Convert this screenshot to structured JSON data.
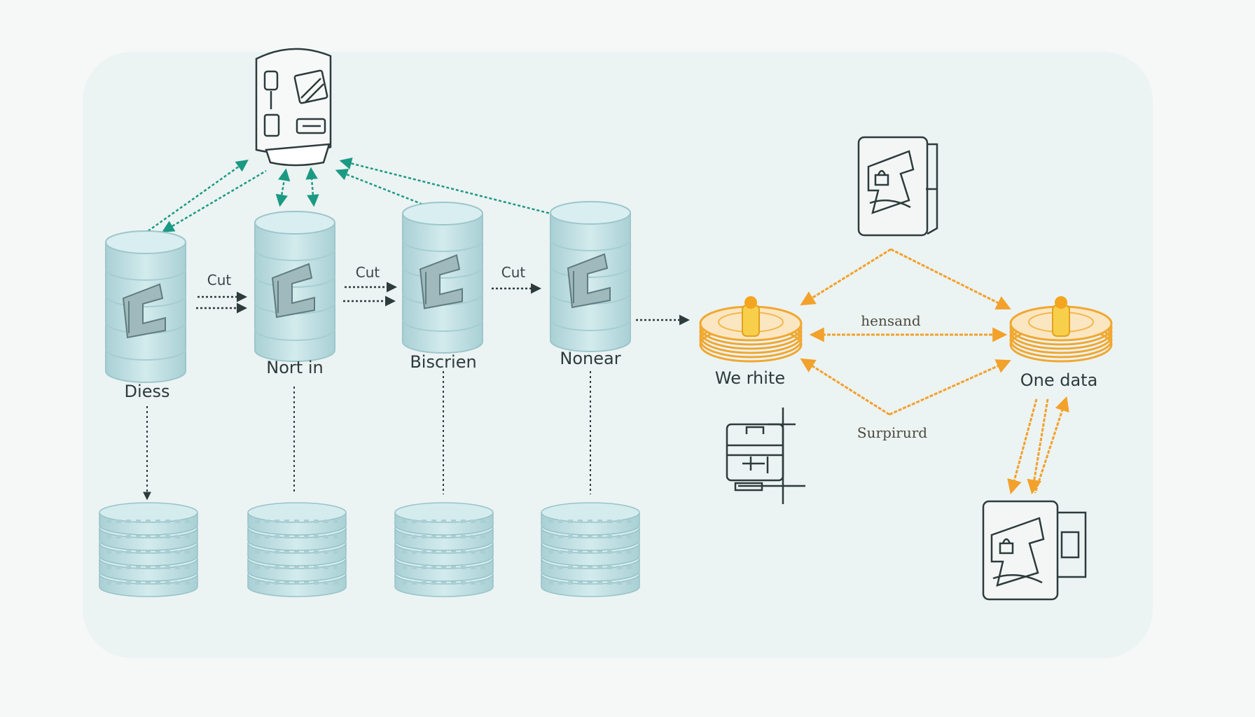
{
  "diagram": {
    "nodes": {
      "db1": "Diess",
      "db2": "Nort in",
      "db3": "Biscrien",
      "db4": "Nonear",
      "hub_left": "We rhite",
      "hub_right": "One data"
    },
    "edges": {
      "cut1": "Cut",
      "cut2": "Cut",
      "cut3": "Cut",
      "hub_top": "hensand",
      "hub_bottom": "Surpirurd"
    }
  },
  "colors": {
    "accent_teal": "#1a9a82",
    "accent_orange": "#f2a12b",
    "cylinder_fill": "#c3e0e3",
    "line_dark": "#2d3b3b",
    "panel": "#ecf3f3"
  }
}
